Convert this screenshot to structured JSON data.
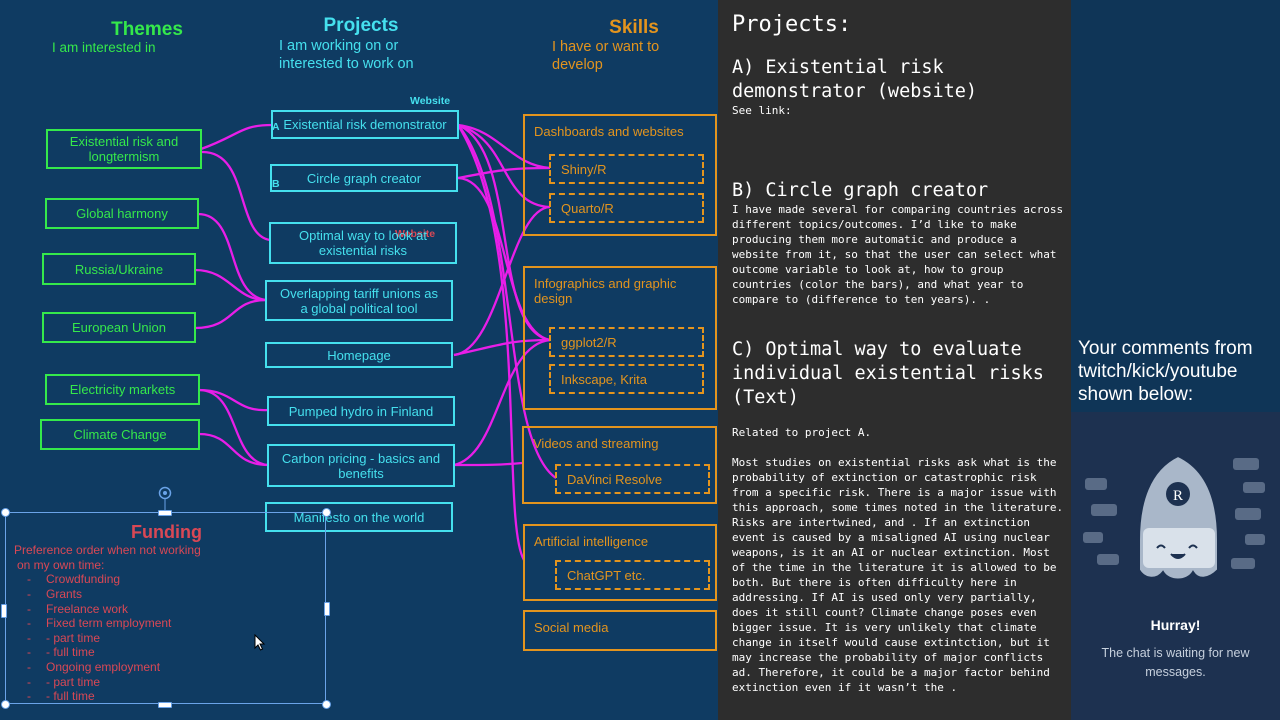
{
  "slide": {
    "themes": {
      "title": "Themes",
      "subtitle": "I am interested in"
    },
    "projects": {
      "title": "Projects",
      "subtitle": "I am working on or interested to work on"
    },
    "skills": {
      "title": "Skills",
      "subtitle": "I have or want to develop"
    },
    "website_tag": "Website",
    "website_tag_2": "Website",
    "letter_a": "A",
    "letter_b": "B",
    "theme_items": [
      "Existential  risk and longtermism",
      "Global harmony",
      "Russia/Ukraine",
      "European Union",
      "Electricity markets",
      "Climate Change"
    ],
    "project_items": [
      "Existential risk demonstrator",
      "Circle graph creator",
      "Optimal way to look at existential risks",
      "Overlapping tariff unions as a global political tool",
      "Homepage",
      "Pumped hydro in Finland",
      "Carbon pricing - basics and benefits",
      "Manifesto on the world"
    ],
    "skill_groups": [
      "Dashboards and websites",
      "Infographics and graphic design",
      "Videos and streaming",
      "Artificial intelligence",
      "Social media"
    ],
    "skill_items": [
      "Shiny/R",
      "Quarto/R",
      "ggplot2/R",
      "Inkscape, Krita",
      "DaVinci Resolve",
      "ChatGPT etc."
    ],
    "funding": {
      "title": "Funding",
      "lines": [
        "Preference order when not working",
        "on my own time:",
        "Crowdfunding",
        "Grants",
        "Freelance work",
        "Fixed term employment",
        "- part time",
        "- full time",
        "Ongoing employment",
        "- part time",
        "- full time"
      ],
      "bullet": "-"
    },
    "colors": {
      "themes": "#35e84b",
      "projects": "#45e0ee",
      "skills": "#e3941e",
      "funding": "#d94855",
      "connector": "#e81ee8",
      "background": "#0f3b62"
    }
  },
  "notes": {
    "heading": "Projects:",
    "a_title": "A) Existential risk demonstrator (website)",
    "a_body": "See link:",
    "b_title": "B) Circle graph creator",
    "b_body": "I have made several for comparing countries across different topics/outcomes. I’d like to make producing them more automatic and produce a website from it, so that the user can select what outcome variable to look at, how to group countries (color the bars), and what year to compare to (difference to ten years). .",
    "c_title": "C) Optimal way to evaluate individual existential risks (Text)",
    "c_related": "Related to project A.",
    "c_body": "Most studies on existential risks ask what is the probability of extinction or catastrophic risk from a specific risk. There is a major issue with this approach, some times noted in the literature. Risks are intertwined, and . If an extinction event is caused by a misaligned AI using nuclear weapons, is it an AI or nuclear extinction. Most of the time in the literature it is allowed to be both. But there is often difficulty here in addressing. If AI is used only very partially, does it still count? Climate change poses even bigger issue. It is very unlikely that climate change in itself would cause extintction, but it may increase the probability of major conflicts ad. Therefore, it could be a major factor behind extinction even if it wasn’t the ."
  },
  "chat": {
    "caption": "Your comments from twitch/kick/youtube shown below:",
    "hurray": "Hurray!",
    "waiting": "The chat is waiting for new messages."
  }
}
